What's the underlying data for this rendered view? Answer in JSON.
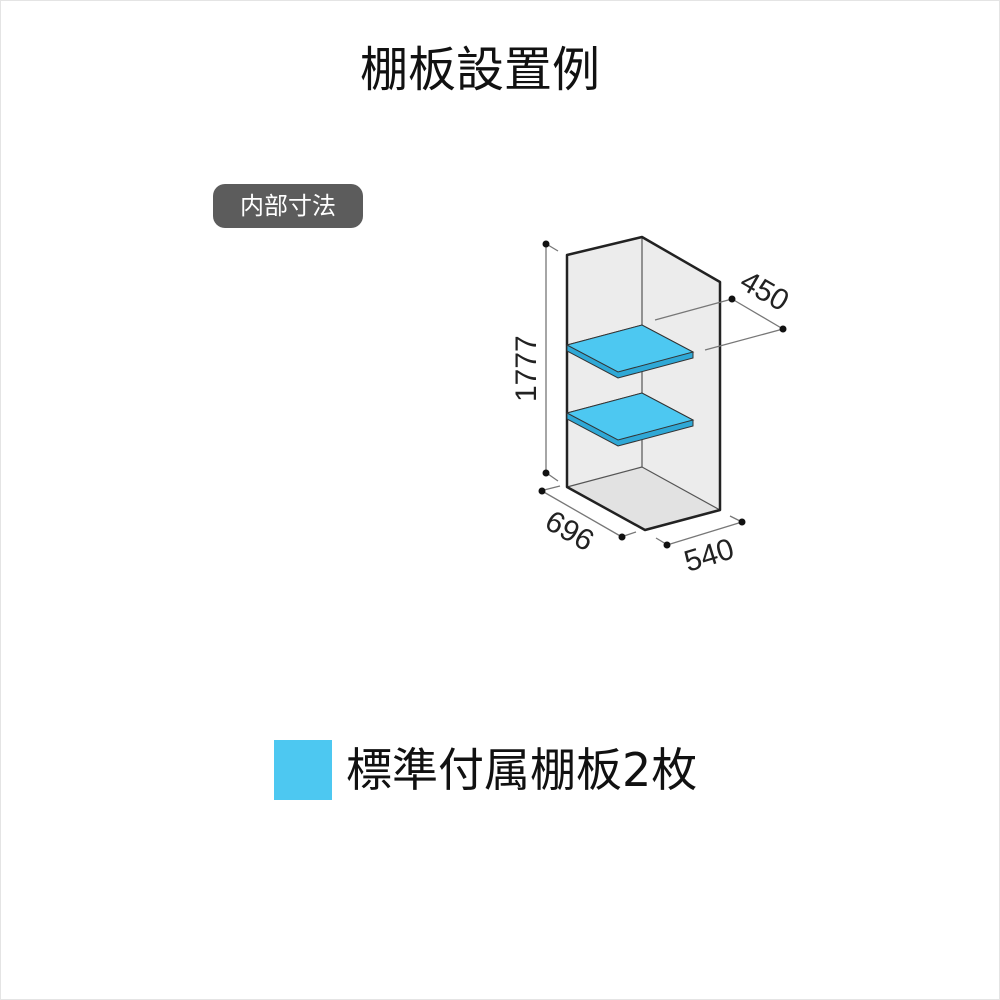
{
  "title": "棚板設置例",
  "badge": "内部寸法",
  "dimensions": {
    "height": "1777",
    "depth": "696",
    "width": "540",
    "shelf_spacing": "450"
  },
  "legend": {
    "label": "標準付属棚板2枚",
    "color": "#4dc8f1"
  }
}
